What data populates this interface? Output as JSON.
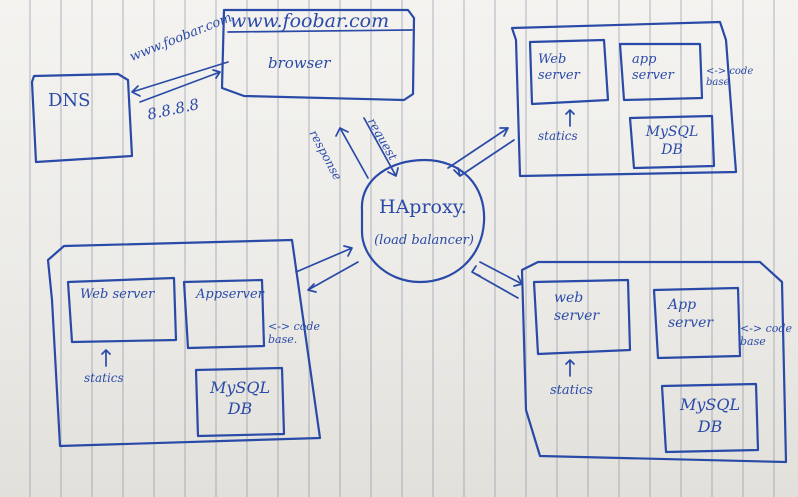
{
  "browser": {
    "url": "www.foobar.com",
    "label": "browser"
  },
  "dns": {
    "label": "DNS",
    "query_label": "www.foobar.com",
    "answer_label": "8.8.8.8"
  },
  "traffic": {
    "response_label": "response",
    "request_label": "request"
  },
  "load_balancer": {
    "name": "HAproxy.",
    "role": "(load balancer)"
  },
  "server_top_right": {
    "web_server": "Web server",
    "app_server": "app server",
    "code_base": "<-> code base",
    "statics": "statics",
    "database": "MySQL DB"
  },
  "server_left": {
    "web_server": "Web server",
    "app_server": "Appserver",
    "code_base": "<-> code base.",
    "statics": "statics",
    "database": "MySQL DB"
  },
  "server_bottom_right": {
    "web_server": "web server",
    "app_server": "App server",
    "code_base": "<-> code base",
    "statics": "statics",
    "database": "MySQL DB"
  },
  "colors": {
    "ink": "#2a4aa8",
    "paper": "#f0efeb"
  }
}
